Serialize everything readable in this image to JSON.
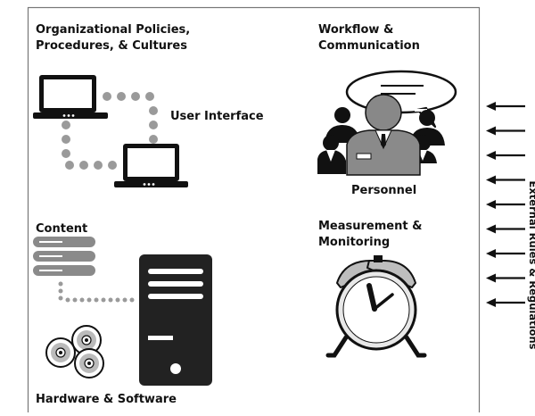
{
  "diagram": {
    "sections": {
      "policies": {
        "line1": "Organizational Policies,",
        "line2": "Procedures, & Cultures"
      },
      "workflow": {
        "line1": "Workflow &",
        "line2": "Communication"
      },
      "user_interface": {
        "label": "User Interface"
      },
      "personnel": {
        "label": "Personnel"
      },
      "content": {
        "label": "Content"
      },
      "measurement": {
        "line1": "Measurement &",
        "line2": "Monitoring"
      },
      "hardware": {
        "label": "Hardware & Software"
      }
    },
    "side_label": "External Rules & Regulations",
    "arrow_count": 9,
    "icons": [
      "laptop-icon",
      "server-stack-icon",
      "computer-tower-icon",
      "discs-icon",
      "people-icon",
      "speech-bubble-icon",
      "alarm-clock-icon",
      "arrow-left-icon"
    ],
    "colors": {
      "ink": "#111111",
      "gray_dark": "#555555",
      "gray_mid": "#8a8a8a",
      "gray_light": "#cfcfcf",
      "dots": "#9a9a9a"
    }
  }
}
